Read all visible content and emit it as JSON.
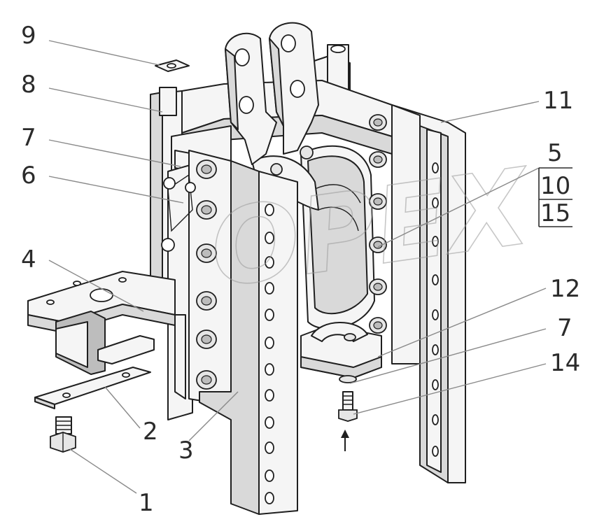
{
  "diagram": {
    "watermark": "OPEX",
    "labels": {
      "l1": "1",
      "l2": "2",
      "l3": "3",
      "l4": "4",
      "l5": "5",
      "l6": "6",
      "l7a": "7",
      "l7b": "7",
      "l8": "8",
      "l9": "9",
      "l10": "10",
      "l11": "11",
      "l12": "12",
      "l14": "14",
      "l15": "15"
    }
  }
}
